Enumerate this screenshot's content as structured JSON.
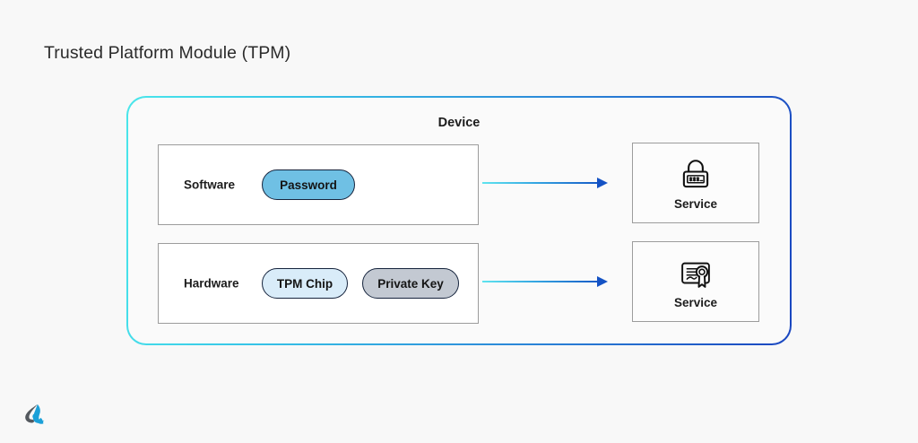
{
  "page": {
    "title": "Trusted Platform Module (TPM)",
    "background_color": "#f8f8f8"
  },
  "device": {
    "label": "Device",
    "border_gradient_start": "#4ae6ea",
    "border_gradient_end": "#1a46c0"
  },
  "layers": [
    {
      "name": "Software",
      "label": "Software",
      "items": [
        {
          "label": "Password",
          "color": "#6fc0e4",
          "icon": "password-pill"
        }
      ]
    },
    {
      "name": "Hardware",
      "label": "Hardware",
      "items": [
        {
          "label": "TPM Chip",
          "color": "#d9ecf9",
          "icon": "tpm-chip-pill"
        },
        {
          "label": "Private Key",
          "color": "#c3c9d2",
          "icon": "private-key-pill"
        }
      ]
    }
  ],
  "arrows": [
    {
      "name": "software-to-service",
      "direction": "right",
      "gradient_start": "#5fe4ef",
      "gradient_end": "#1452c4"
    },
    {
      "name": "hardware-to-service",
      "direction": "right",
      "gradient_start": "#5fe4ef",
      "gradient_end": "#1452c4"
    }
  ],
  "services": [
    {
      "label": "Service",
      "icon": "password-lock-icon"
    },
    {
      "label": "Service",
      "icon": "certificate-icon"
    }
  ],
  "branding": {
    "logo_icon": "brand-logo-icon",
    "logo_dark_color": "#54595f",
    "logo_accent_color": "#1ba0d8"
  }
}
